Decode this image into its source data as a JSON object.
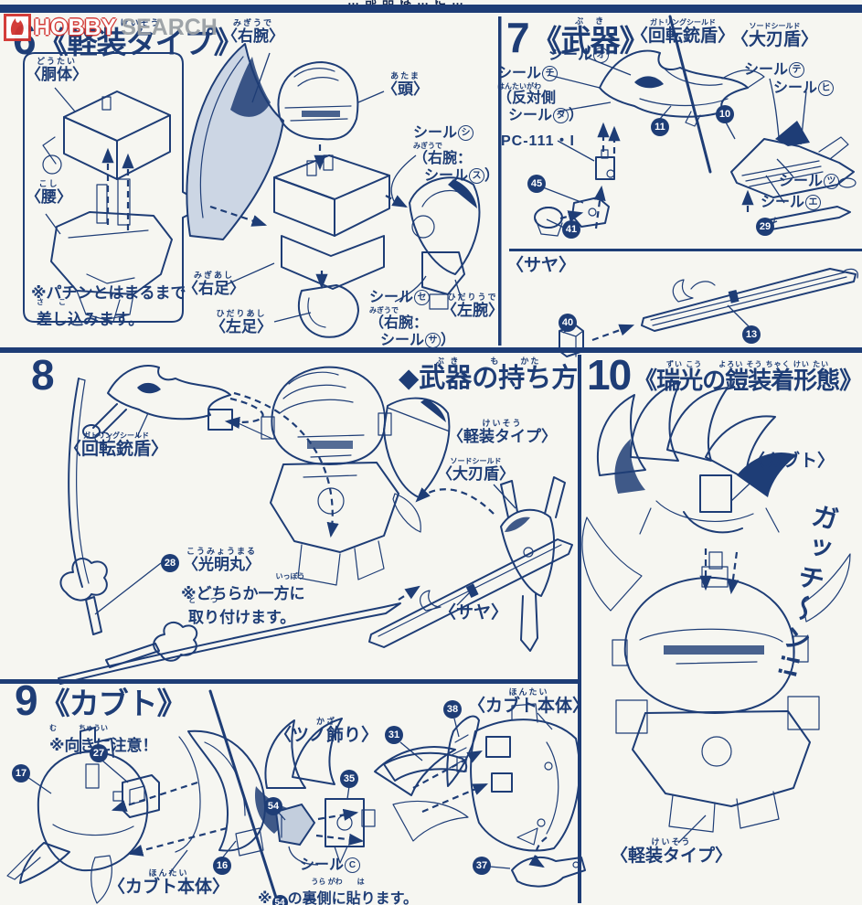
{
  "page": {
    "bg": "#f6f6f1",
    "ink": "#1e3d76"
  },
  "watermark": {
    "brand1": "HOBBY",
    "brand2": "SEARCH"
  },
  "top_strip": {
    "clipped_text": "…部品は…に…"
  },
  "s6": {
    "num": "6",
    "furigana": "けいそう",
    "title": "《軽装タイプ》",
    "torso": {
      "furi": "どうたい",
      "text": "〈胴体〉"
    },
    "waist": {
      "furi": "こし",
      "text": "〈腰〉"
    },
    "note1": "※パチンとはまるまで",
    "note2_furi": "さ　　こ",
    "note2": "差し込みます。",
    "right_arm": {
      "furi": "みぎうで",
      "text": "〈右腕〉"
    },
    "head": {
      "furi": "あたま",
      "text": "〈頭〉"
    },
    "seal_shi": {
      "prefix": "シール",
      "mark": "シ",
      "l2_furi": "みぎうで",
      "l2": "（右腕：",
      "l3_prefix": "シール",
      "l3_mark": "ス",
      "l3_suffix": "）"
    },
    "seal_se": {
      "prefix": "シール",
      "mark": "セ",
      "l2_furi": "みぎうで",
      "l2": "（右腕：",
      "l3_prefix": "シール",
      "l3_mark": "サ",
      "l3_suffix": "）"
    },
    "right_foot": {
      "furi": "みぎあし",
      "text": "〈右足〉"
    },
    "left_foot": {
      "furi": "ひだりあし",
      "text": "〈左足〉"
    },
    "left_arm": {
      "furi": "ひだりうで",
      "text": "〈左腕〉"
    }
  },
  "s7": {
    "num": "7",
    "furigana": "ぶ　き",
    "title": "《武器》",
    "gatling": {
      "furi": "ガトリングシールド",
      "text": "〈回転銃盾〉"
    },
    "seal_o": {
      "prefix": "シール",
      "mark": "オ"
    },
    "seal_chi": {
      "prefix": "シール",
      "mark": "チ"
    },
    "hantai": {
      "furi": "はんたいがわ",
      "text": "（反対側"
    },
    "seal_ta": {
      "prefix": "シール",
      "mark": "タ",
      "suffix": "）"
    },
    "pc": "PC-111・I",
    "sword_shield": {
      "furi": "ソードシールド",
      "text": "〈大刃盾〉"
    },
    "seal_te": {
      "prefix": "シール",
      "mark": "テ"
    },
    "seal_hi": {
      "prefix": "シール",
      "mark": "ヒ"
    },
    "seal_tsu": {
      "prefix": "シール",
      "mark": "ツ"
    },
    "seal_e": {
      "prefix": "シール",
      "mark": "エ"
    },
    "saya": "〈サヤ〉"
  },
  "s8": {
    "num": "8",
    "heading_furi": "ぶ き　　　も　　かた",
    "heading": "◆武器の持ち方",
    "gatling": {
      "furi": "ガトリングシールド",
      "text": "〈回転銃盾〉"
    },
    "keiso": {
      "furi": "けいそう",
      "text": "〈軽装タイプ〉"
    },
    "sword_shield": {
      "furi": "ソードシールド",
      "text": "〈大刃盾〉"
    },
    "komyo": {
      "furi": "こうみょうまる",
      "text": "〈光明丸〉"
    },
    "note1_furi": "いっぽう",
    "note1": "※どちらか一方に",
    "note2_furi": "と　　つ",
    "note2": "取り付けます。",
    "saya": "〈サヤ〉"
  },
  "s9": {
    "num": "9",
    "title": "《カブト》",
    "note_furi": "む　　　ちゅうい",
    "note": "※向きに注意！",
    "kabuto_body_l": {
      "furi": "ほんたい",
      "text": "〈カブト本体〉"
    },
    "tsuno": {
      "furi": "かざ",
      "text": "〈ツノ飾り〉"
    },
    "kabuto_body_r": {
      "furi": "ほんたい",
      "text": "〈カブト本体〉"
    },
    "seal_c": {
      "prefix": "シール",
      "mark": "C"
    },
    "note54_furi": "うら がわ　　は",
    "note54_pre": "※",
    "note54_suf": "の裏側に貼ります。"
  },
  "s10": {
    "num": "10",
    "furigana": "ずい こう　　よろい そう ちゃく けい たい",
    "title": "《瑞光の鎧装着形態》",
    "kabuto": "〈カブト〉",
    "sfx": "ガッチ～ン!!",
    "keiso": {
      "furi": "けいそう",
      "text": "〈軽装タイプ〉"
    }
  },
  "parts": {
    "p10": "10",
    "p11": "11",
    "p13": "13",
    "p16": "16",
    "p17": "17",
    "p27": "27",
    "p28": "28",
    "p29": "29",
    "p31": "31",
    "p35": "35",
    "p37": "37",
    "p38": "38",
    "p40": "40",
    "p41": "41",
    "p45": "45",
    "p54": "54"
  }
}
